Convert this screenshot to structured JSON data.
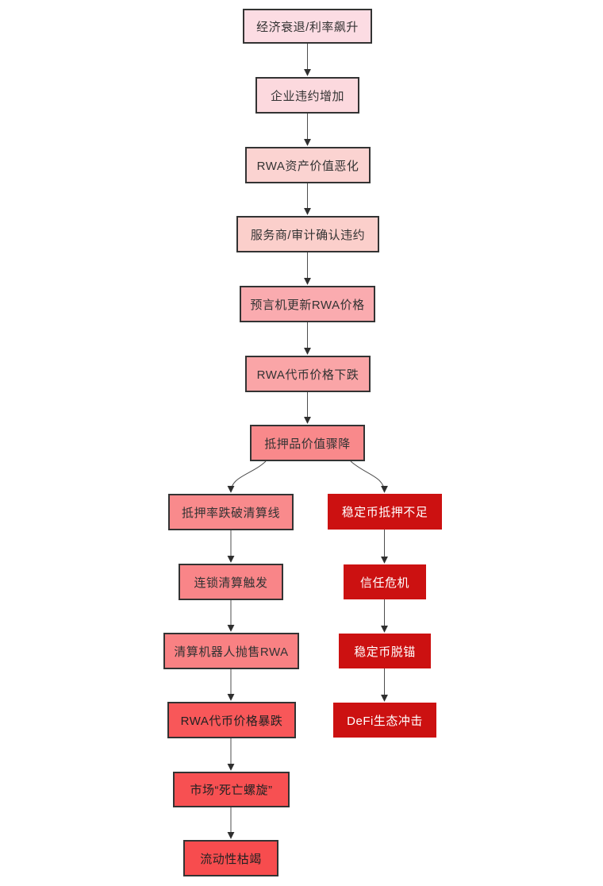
{
  "diagram": {
    "type": "flowchart",
    "direction": "top-down",
    "background": "#ffffff",
    "edge_color": "#4d4d4d",
    "arrowhead_color": "#2f2f2f",
    "node_border_width": "2px",
    "nodes": [
      {
        "id": "economic-recession",
        "label": "经济衰退/利率飙升",
        "bg": "#fcdce3",
        "text_color": "#333333",
        "border_color": "#333333"
      },
      {
        "id": "corporate-defaults-rise",
        "label": "企业违约增加",
        "bg": "#fcd9de",
        "text_color": "#333333",
        "border_color": "#333333"
      },
      {
        "id": "rwa-asset-value-deteriorates",
        "label": "RWA资产价值恶化",
        "bg": "#fbd3d1",
        "text_color": "#333333",
        "border_color": "#333333"
      },
      {
        "id": "servicer-audit-confirms-default",
        "label": "服务商/审计确认违约",
        "bg": "#fbcfcb",
        "text_color": "#333333",
        "border_color": "#333333"
      },
      {
        "id": "oracle-updates-rwa-price",
        "label": "预言机更新RWA价格",
        "bg": "#faabaf",
        "text_color": "#333333",
        "border_color": "#333333"
      },
      {
        "id": "rwa-token-price-falls",
        "label": "RWA代币价格下跌",
        "bg": "#faa5a7",
        "text_color": "#333333",
        "border_color": "#333333"
      },
      {
        "id": "collateral-value-plunges",
        "label": "抵押品价值骤降",
        "bg": "#f9898b",
        "text_color": "#333333",
        "border_color": "#333333"
      },
      {
        "id": "collateral-ratio-breaks-liquidation-line",
        "label": "抵押率跌破清算线",
        "bg": "#f98a8c",
        "text_color": "#333333",
        "border_color": "#333333"
      },
      {
        "id": "chain-liquidation-triggered",
        "label": "连锁清算触发",
        "bg": "#f98588",
        "text_color": "#333333",
        "border_color": "#333333"
      },
      {
        "id": "liquidation-bots-dump-rwa",
        "label": "清算机器人抛售RWA",
        "bg": "#f98183",
        "text_color": "#333333",
        "border_color": "#333333"
      },
      {
        "id": "rwa-token-price-crashes",
        "label": "RWA代币价格暴跌",
        "bg": "#f85759",
        "text_color": "#222222",
        "border_color": "#333333"
      },
      {
        "id": "market-death-spiral",
        "label": "市场“死亡螺旋”",
        "bg": "#f75052",
        "text_color": "#222222",
        "border_color": "#333333"
      },
      {
        "id": "liquidity-dries-up",
        "label": "流动性枯竭",
        "bg": "#f74c4e",
        "text_color": "#222222",
        "border_color": "#333333"
      },
      {
        "id": "stablecoin-undercollateralized",
        "label": "稳定币抵押不足",
        "bg": "#cc1111",
        "text_color": "#ffffff",
        "border_color": null
      },
      {
        "id": "trust-crisis",
        "label": "信任危机",
        "bg": "#cc1111",
        "text_color": "#ffffff",
        "border_color": null
      },
      {
        "id": "stablecoin-depegs",
        "label": "稳定币脱锚",
        "bg": "#cc1111",
        "text_color": "#ffffff",
        "border_color": null
      },
      {
        "id": "defi-ecosystem-shock",
        "label": "DeFi生态冲击",
        "bg": "#cc1111",
        "text_color": "#ffffff",
        "border_color": null
      }
    ],
    "edges": [
      {
        "from": "economic-recession",
        "to": "corporate-defaults-rise"
      },
      {
        "from": "corporate-defaults-rise",
        "to": "rwa-asset-value-deteriorates"
      },
      {
        "from": "rwa-asset-value-deteriorates",
        "to": "servicer-audit-confirms-default"
      },
      {
        "from": "servicer-audit-confirms-default",
        "to": "oracle-updates-rwa-price"
      },
      {
        "from": "oracle-updates-rwa-price",
        "to": "rwa-token-price-falls"
      },
      {
        "from": "rwa-token-price-falls",
        "to": "collateral-value-plunges"
      },
      {
        "from": "collateral-value-plunges",
        "to": "collateral-ratio-breaks-liquidation-line"
      },
      {
        "from": "collateral-value-plunges",
        "to": "stablecoin-undercollateralized"
      },
      {
        "from": "collateral-ratio-breaks-liquidation-line",
        "to": "chain-liquidation-triggered"
      },
      {
        "from": "chain-liquidation-triggered",
        "to": "liquidation-bots-dump-rwa"
      },
      {
        "from": "liquidation-bots-dump-rwa",
        "to": "rwa-token-price-crashes"
      },
      {
        "from": "rwa-token-price-crashes",
        "to": "market-death-spiral"
      },
      {
        "from": "market-death-spiral",
        "to": "liquidity-dries-up"
      },
      {
        "from": "stablecoin-undercollateralized",
        "to": "trust-crisis"
      },
      {
        "from": "trust-crisis",
        "to": "stablecoin-depegs"
      },
      {
        "from": "stablecoin-depegs",
        "to": "defi-ecosystem-shock"
      }
    ]
  }
}
